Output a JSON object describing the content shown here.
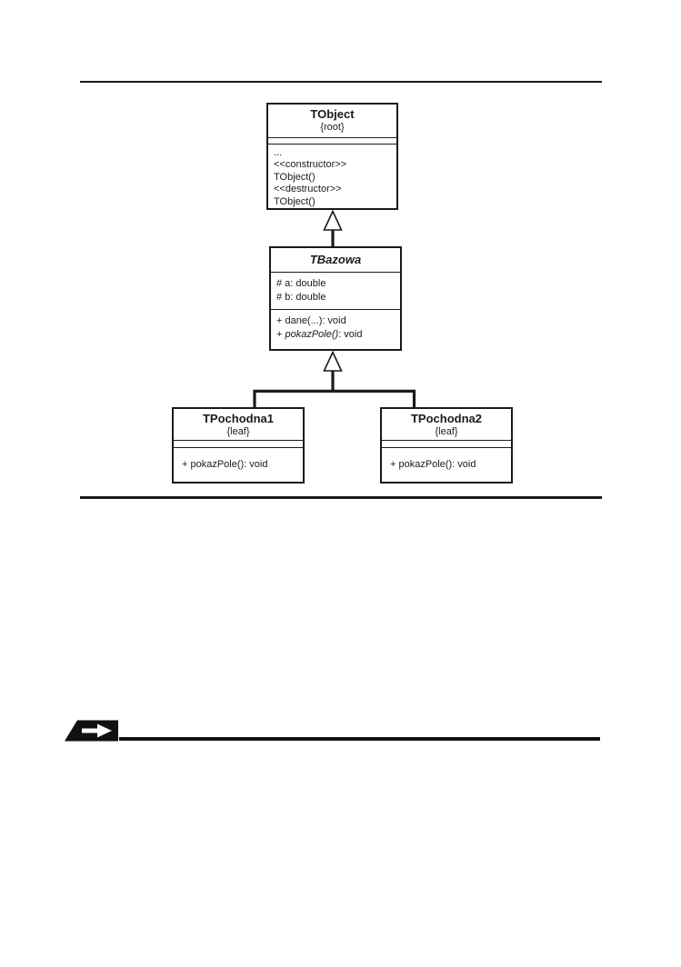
{
  "colors": {
    "ink": "#1a1a1a",
    "paper": "#ffffff"
  },
  "diagram": {
    "tobject": {
      "name": "TObject",
      "stereotype": "{root}",
      "operations": [
        "...",
        "<<constructor>>",
        "TObject()",
        "<<destructor>>",
        "TObject()"
      ]
    },
    "tbazowa": {
      "name": "TBazowa",
      "attributes": [
        "# a: double",
        "# b: double"
      ],
      "op1": "+ dane(...): void",
      "op2": {
        "pre": "+ ",
        "name": "pokazPole()",
        "post": ": void"
      }
    },
    "tpochodna1": {
      "name": "TPochodna1",
      "stereotype": "{leaf}",
      "operations": [
        "+ pokazPole(): void"
      ]
    },
    "tpochodna2": {
      "name": "TPochodna2",
      "stereotype": "{leaf}",
      "operations": [
        "+ pokazPole(): void"
      ]
    },
    "relations": [
      {
        "type": "generalization",
        "from": "TBazowa",
        "to": "TObject"
      },
      {
        "type": "generalization",
        "from": "TPochodna1",
        "to": "TBazowa"
      },
      {
        "type": "generalization",
        "from": "TPochodna2",
        "to": "TBazowa"
      }
    ]
  },
  "icons": {
    "margin_arrow": "right-arrow-icon"
  }
}
